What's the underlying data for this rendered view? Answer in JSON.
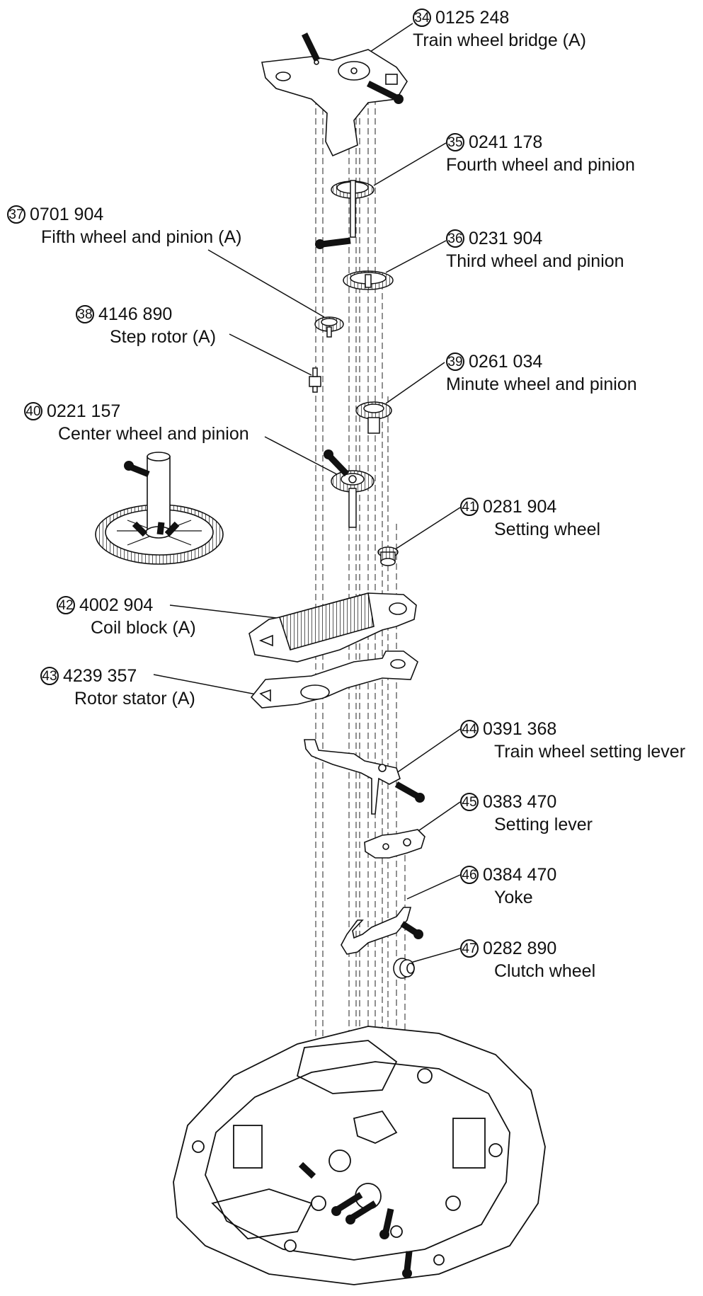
{
  "parts": [
    {
      "id": "34",
      "code": "0125 248",
      "name": "Train wheel bridge (A)"
    },
    {
      "id": "35",
      "code": "0241 178",
      "name": "Fourth wheel and pinion"
    },
    {
      "id": "36",
      "code": "0231 904",
      "name": "Third wheel and pinion"
    },
    {
      "id": "37",
      "code": "0701 904",
      "name": "Fifth wheel and pinion (A)"
    },
    {
      "id": "38",
      "code": "4146 890",
      "name": "Step rotor (A)"
    },
    {
      "id": "39",
      "code": "0261 034",
      "name": "Minute wheel and pinion"
    },
    {
      "id": "40",
      "code": "0221 157",
      "name": "Center wheel and pinion"
    },
    {
      "id": "41",
      "code": "0281 904",
      "name": "Setting wheel"
    },
    {
      "id": "42",
      "code": "4002 904",
      "name": "Coil block (A)"
    },
    {
      "id": "43",
      "code": "4239 357",
      "name": "Rotor stator (A)"
    },
    {
      "id": "44",
      "code": "0391 368",
      "name": "Train wheel setting lever"
    },
    {
      "id": "45",
      "code": "0383 470",
      "name": "Setting lever"
    },
    {
      "id": "46",
      "code": "0384 470",
      "name": "Yoke"
    },
    {
      "id": "47",
      "code": "0282 890",
      "name": "Clutch wheel"
    }
  ],
  "colors": {
    "ink": "#111111",
    "background": "#ffffff"
  }
}
